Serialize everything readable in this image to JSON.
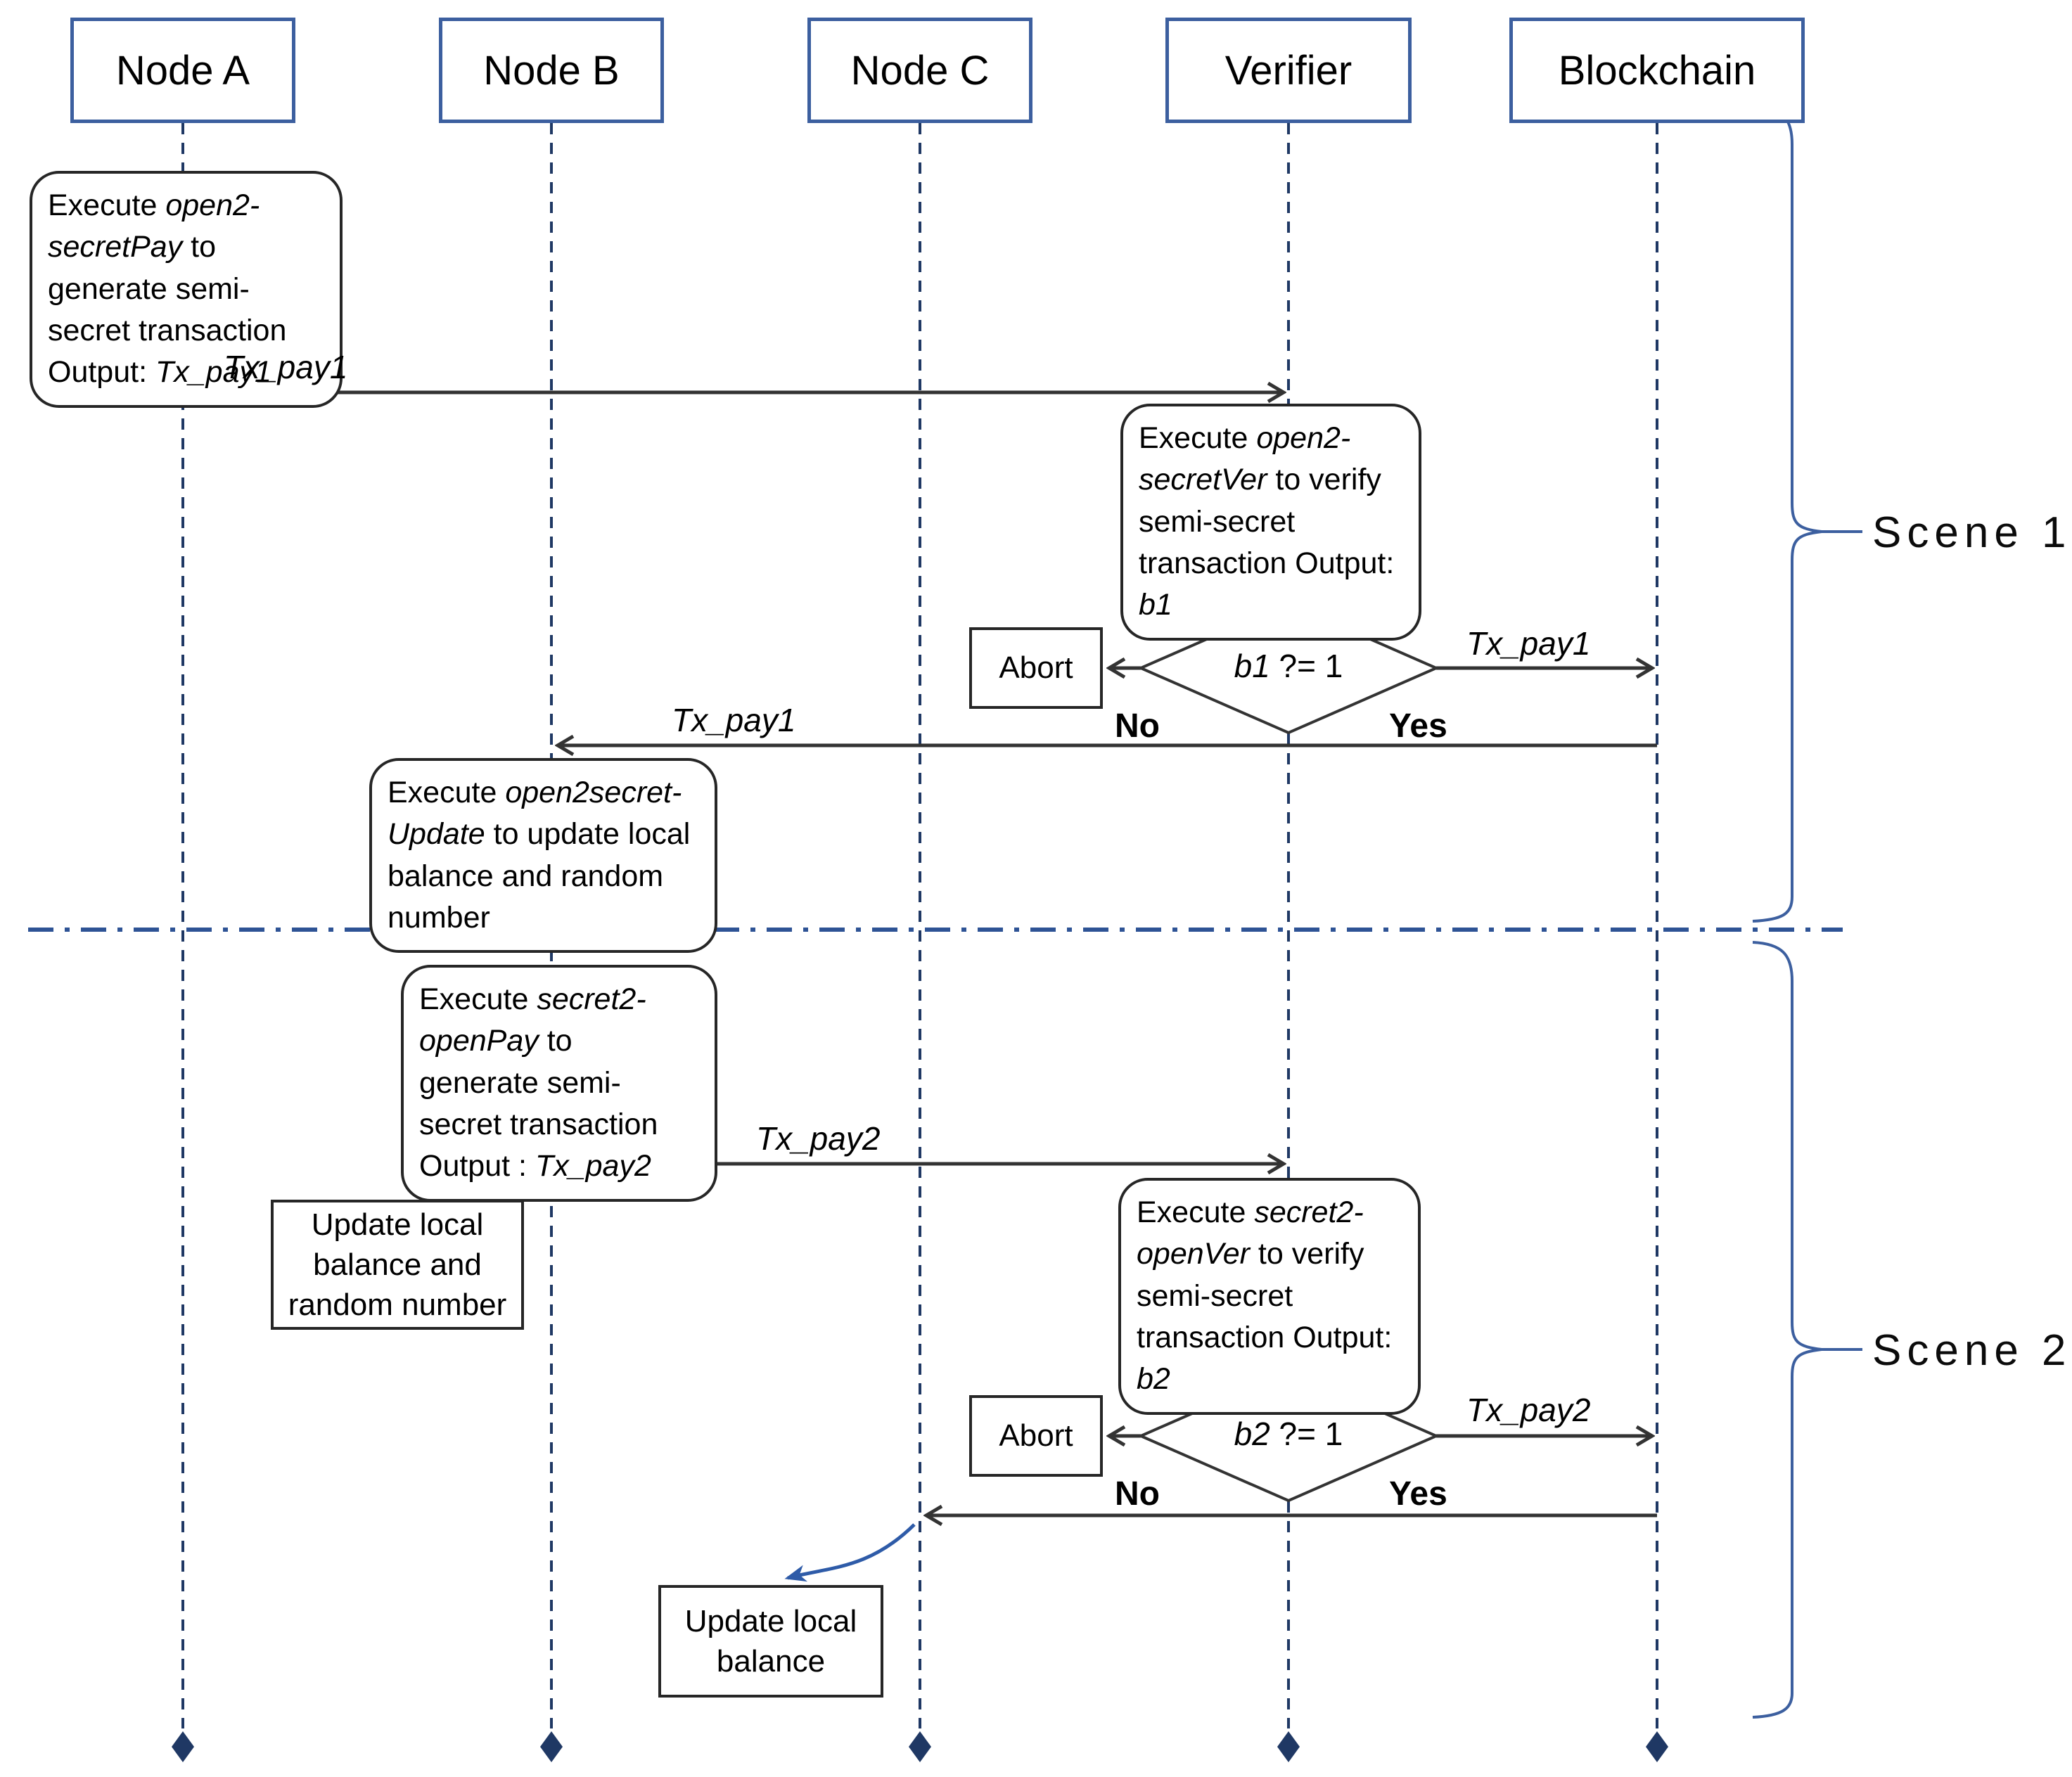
{
  "diagram_type": "sequence-diagram",
  "lifelines": [
    {
      "id": "node-a",
      "label": "Node A"
    },
    {
      "id": "node-b",
      "label": "Node B"
    },
    {
      "id": "node-c",
      "label": "Node C"
    },
    {
      "id": "verifier",
      "label": "Verifier"
    },
    {
      "id": "blockchain",
      "label": "Blockchain"
    }
  ],
  "scenes": [
    {
      "label": "Scene 1"
    },
    {
      "label": "Scene 2"
    }
  ],
  "actions": {
    "a1": {
      "segments": [
        {
          "text": "Execute ",
          "italic": false
        },
        {
          "text": "open2-secretPay",
          "italic": true
        },
        {
          "text": " to generate semi-secret transaction Output: ",
          "italic": false
        },
        {
          "text": "Tx_pay1",
          "italic": true
        }
      ]
    },
    "v1": {
      "segments": [
        {
          "text": "Execute ",
          "italic": false
        },
        {
          "text": "open2-secretVer",
          "italic": true
        },
        {
          "text": " to verify semi-secret transaction Output: ",
          "italic": false
        },
        {
          "text": "b1",
          "italic": true
        }
      ]
    },
    "b1": {
      "segments": [
        {
          "text": "Execute ",
          "italic": false
        },
        {
          "text": "open2secret-Update",
          "italic": true
        },
        {
          "text": " to update local balance and random number",
          "italic": false
        }
      ]
    },
    "b2": {
      "segments": [
        {
          "text": "Execute ",
          "italic": false
        },
        {
          "text": "secret2-openPay",
          "italic": true
        },
        {
          "text": " to generate semi-secret transaction Output : ",
          "italic": false
        },
        {
          "text": "Tx_pay2",
          "italic": true
        }
      ]
    },
    "v2": {
      "segments": [
        {
          "text": "Execute ",
          "italic": false
        },
        {
          "text": "secret2-openVer",
          "italic": true
        },
        {
          "text": " to verify semi-secret transaction Output: ",
          "italic": false
        },
        {
          "text": "b2",
          "italic": true
        }
      ]
    }
  },
  "updates": {
    "u1": "Update local balance and random number",
    "u2": "Update local balance"
  },
  "decisions": {
    "d1": {
      "var": "b1",
      "op": " ?= 1",
      "no_label": "No",
      "yes_label": "Yes",
      "abort_label": "Abort"
    },
    "d2": {
      "var": "b2",
      "op": " ?= 1",
      "no_label": "No",
      "yes_label": "Yes",
      "abort_label": "Abort"
    }
  },
  "messages": {
    "a_to_verifier": "Tx_pay1",
    "verifier_to_blockchain_1": "Tx_pay1",
    "blockchain_to_node_b": "Tx_pay1",
    "b_to_verifier": "Tx_pay2",
    "verifier_to_blockchain_2": "Tx_pay2"
  },
  "colors": {
    "header_border": "#3C5F9F",
    "lifeline": "#1F3864",
    "divider": "#2E5395",
    "arrow": "#333333",
    "blue_arrow": "#2E5BA8",
    "box_border": "#262626",
    "brace": "#3C5F9F"
  }
}
